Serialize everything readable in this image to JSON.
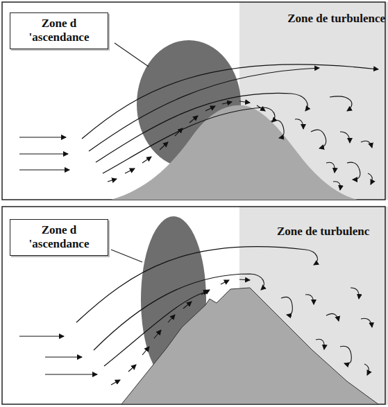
{
  "diagram": {
    "nodes": [
      {
        "text": [
          "Zone d 'ascendance"
        ]
      },
      {
        "text": [
          "Zone de turbulence"
        ]
      },
      {
        "text": [
          "Zone d 'ascendance"
        ]
      },
      {
        "text": [
          "Zone de turbulenc"
        ]
      }
    ]
  }
}
